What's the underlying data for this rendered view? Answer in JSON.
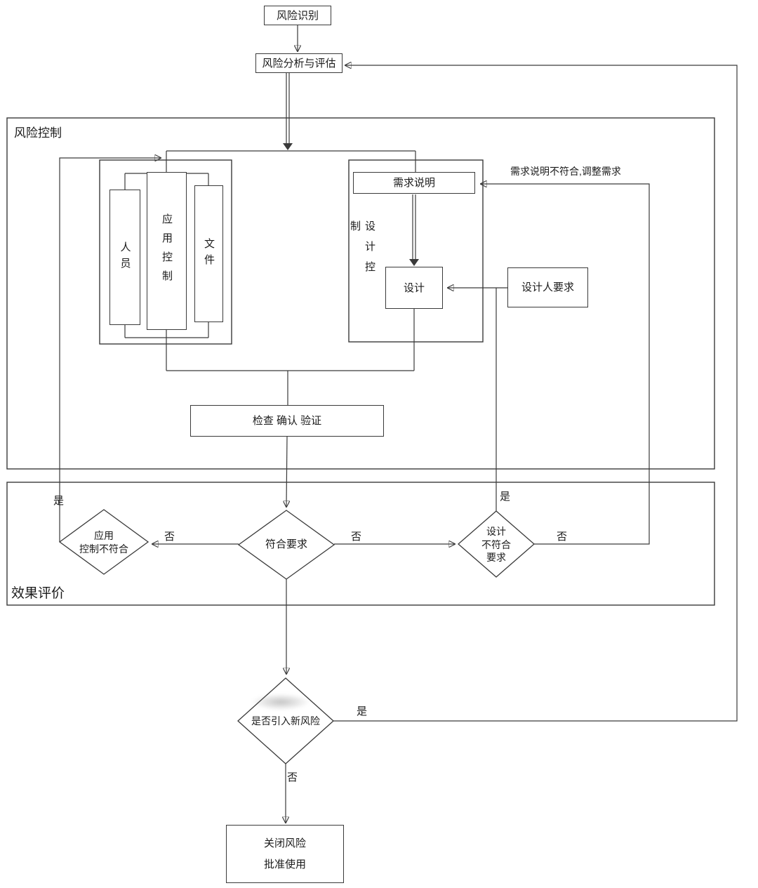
{
  "containers": {
    "risk_control": {
      "label": "风险控制"
    },
    "effect_evaluation": {
      "label": "效果评价"
    },
    "design_control": {
      "label": "设计控制"
    }
  },
  "boxes": {
    "risk_identification": {
      "label": "风险识别"
    },
    "risk_analysis": {
      "label": "风险分析与评估"
    },
    "personnel": {
      "label": "人员"
    },
    "app_control": {
      "label": "应用控制"
    },
    "document": {
      "label": "文件"
    },
    "requirement_spec": {
      "label": "需求说明"
    },
    "design": {
      "label": "设计"
    },
    "designer_requirement": {
      "label": "设计人要求"
    },
    "check_confirm_verify": {
      "label": "检查 确认 验证"
    },
    "close_risk": {
      "label": "关闭风险\n批准使用"
    }
  },
  "diamonds": {
    "app_control_nonconform": {
      "label": "应用\n控制不符合"
    },
    "meets_requirement": {
      "label": "符合要求"
    },
    "design_nonconform": {
      "label": "设计\n不符合\n要求"
    },
    "new_risk_introduced": {
      "label": "是否引入新风险"
    }
  },
  "edge_labels": {
    "app_nonconform_yes": "是",
    "meets_req_no_left": "否",
    "meets_req_no_right": "否",
    "design_nonconform_yes": "是",
    "design_nonconform_no": "否",
    "new_risk_yes": "是",
    "new_risk_no": "否",
    "adjust_requirement_note": "需求说明不符合,调整需求"
  },
  "colors": {
    "line": "#3a3a3a",
    "text": "#1b1b1b",
    "background": "#ffffff"
  }
}
